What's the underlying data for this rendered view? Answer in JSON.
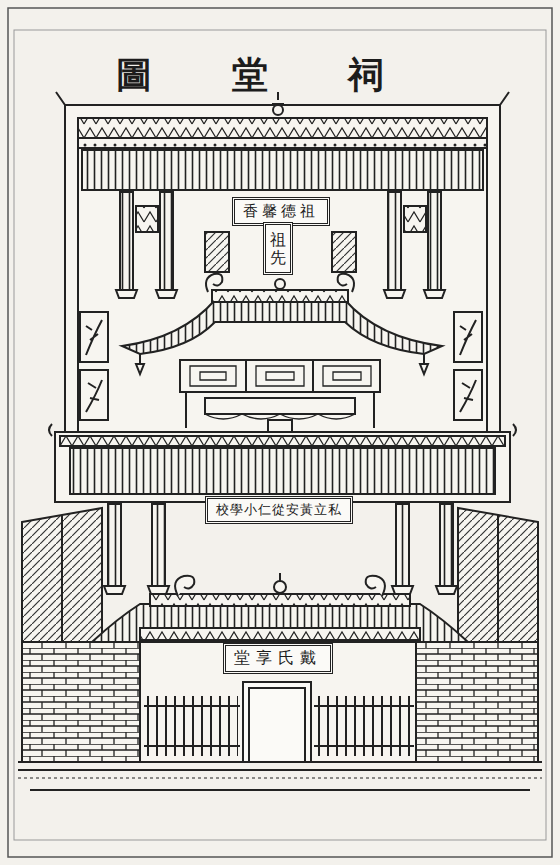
{
  "diagram": {
    "title": "祠堂圖",
    "nodes": [
      {
        "text": [
          "祖德馨香"
        ]
      },
      {
        "text": [
          "祖先"
        ]
      },
      {
        "text": [
          "私立黃安從仁小學校"
        ]
      },
      {
        "text": [
          "戴氏享堂"
        ]
      }
    ]
  }
}
